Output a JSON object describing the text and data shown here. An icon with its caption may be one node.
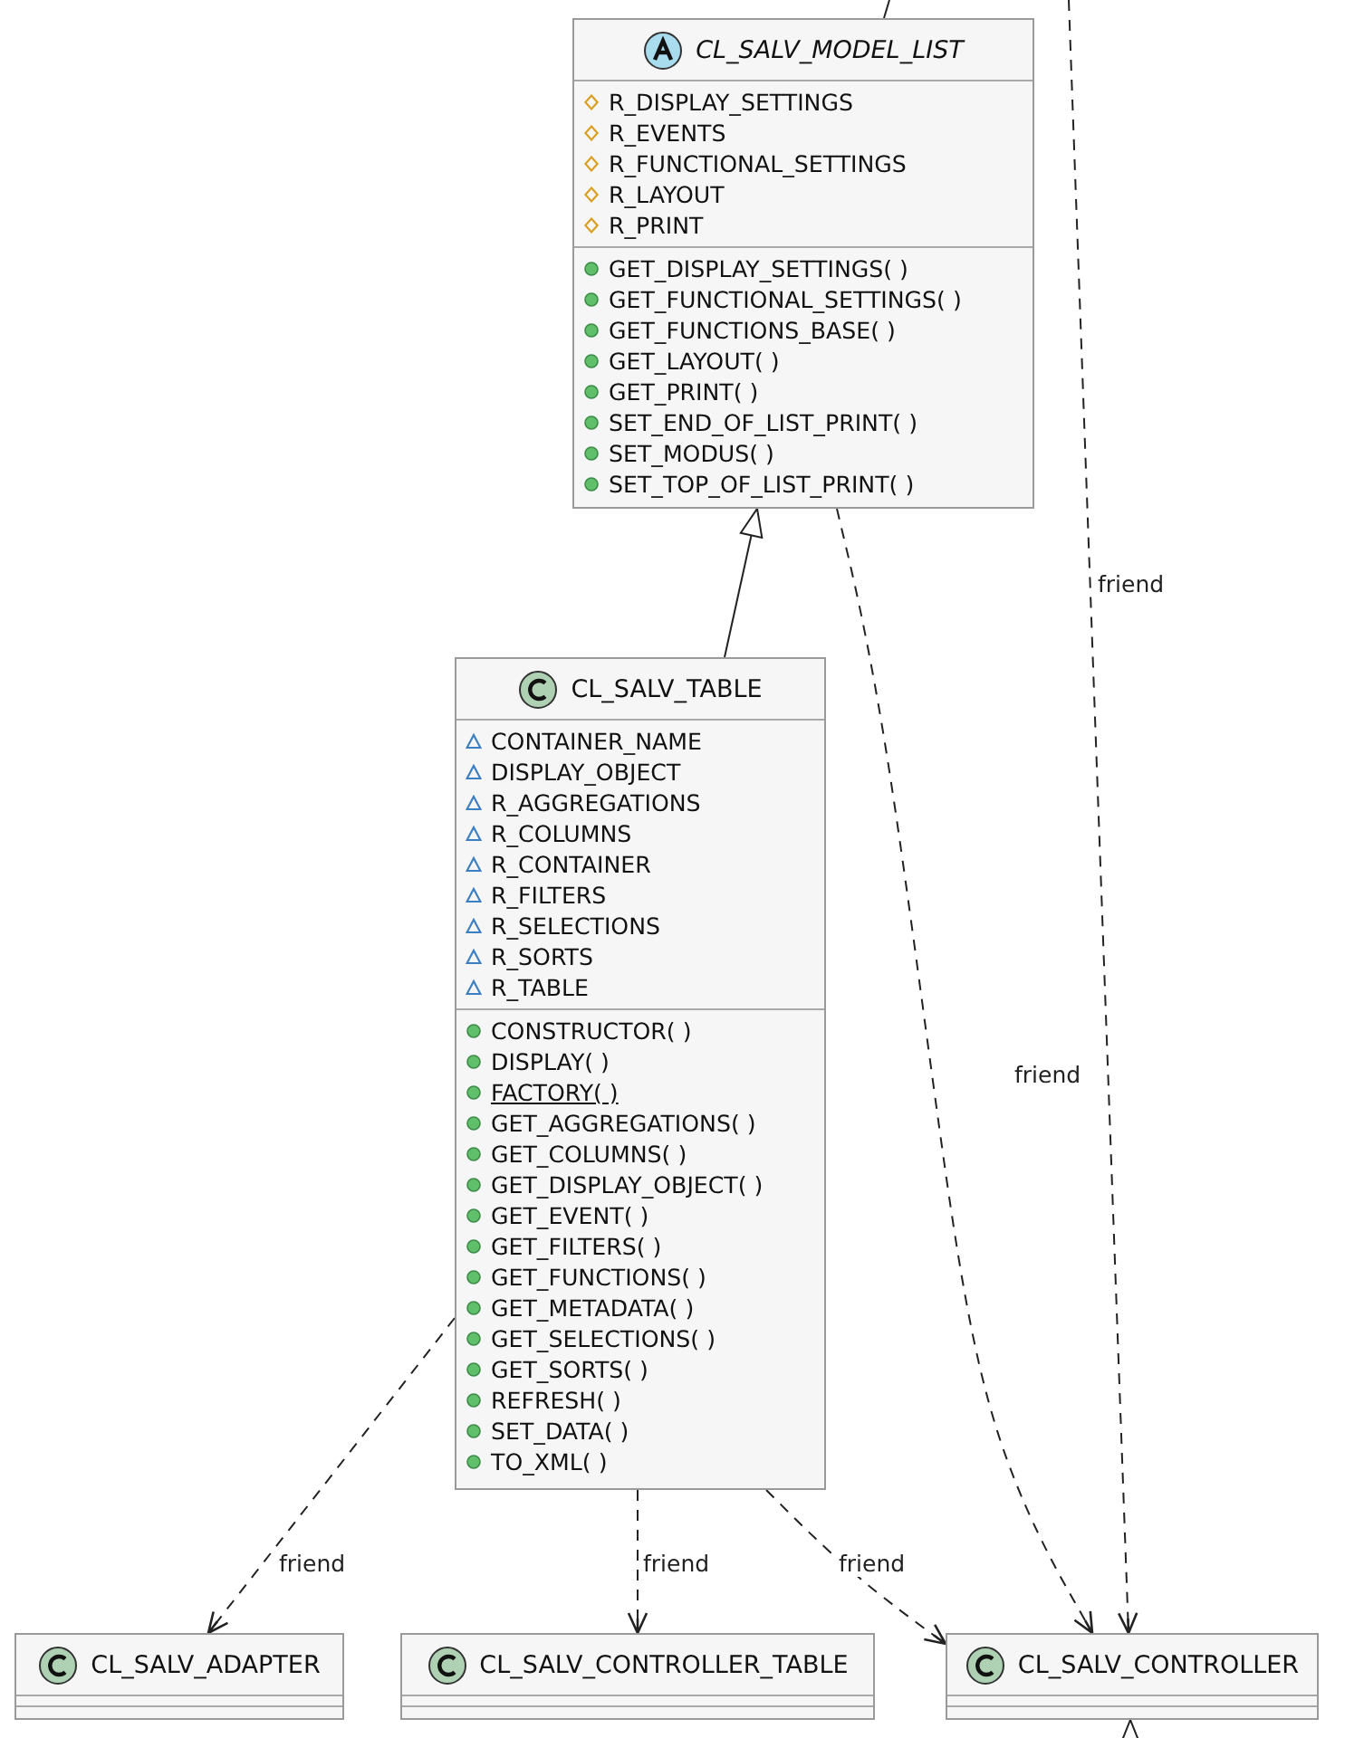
{
  "diagram": {
    "nodes": [
      {
        "text": [
          "CL_SALV_MODEL_LIST",
          "R_DISPLAY_SETTINGS",
          "R_EVENTS",
          "R_FUNCTIONAL_SETTINGS",
          "R_LAYOUT",
          "R_PRINT",
          "GET_DISPLAY_SETTINGS( )",
          "GET_FUNCTIONAL_SETTINGS( )",
          "GET_FUNCTIONS_BASE( )",
          "GET_LAYOUT( )",
          "GET_PRINT( )",
          "SET_END_OF_LIST_PRINT( )",
          "SET_MODUS( )",
          "SET_TOP_OF_LIST_PRINT( )"
        ]
      },
      {
        "text": [
          "CL_SALV_TABLE",
          "CONTAINER_NAME",
          "DISPLAY_OBJECT",
          "R_AGGREGATIONS",
          "R_COLUMNS",
          "R_CONTAINER",
          "R_FILTERS",
          "R_SELECTIONS",
          "R_SORTS",
          "R_TABLE",
          "CONSTRUCTOR( )",
          "DISPLAY( )",
          "FACTORY( )",
          "GET_AGGREGATIONS( )",
          "GET_COLUMNS( )",
          "GET_DISPLAY_OBJECT( )",
          "GET_EVENT( )",
          "GET_FILTERS( )",
          "GET_FUNCTIONS( )",
          "GET_METADATA( )",
          "GET_SELECTIONS( )",
          "GET_SORTS( )",
          "REFRESH( )",
          "SET_DATA( )",
          "TO_XML( )"
        ]
      },
      {
        "text": [
          "CL_SALV_ADAPTER"
        ]
      },
      {
        "text": [
          "CL_SALV_CONTROLLER_TABLE"
        ]
      },
      {
        "text": [
          "CL_SALV_CONTROLLER"
        ]
      }
    ],
    "edges": [
      {
        "from": 0,
        "to": null,
        "arrow": "none"
      },
      {
        "from": null,
        "to": 4,
        "arrow": "to",
        "label": "friend",
        "style": "dashed"
      },
      {
        "from": 1,
        "to": 0,
        "arrow": "to"
      },
      {
        "from": 0,
        "to": 4,
        "arrow": "to",
        "label": "friend",
        "style": "dashed"
      },
      {
        "from": 1,
        "to": 2,
        "arrow": "to",
        "label": "friend",
        "style": "dashed"
      },
      {
        "from": 1,
        "to": 3,
        "arrow": "to",
        "label": "friend",
        "style": "dashed"
      },
      {
        "from": 1,
        "to": 4,
        "arrow": "to",
        "label": "friend",
        "style": "dashed"
      },
      {
        "from": null,
        "to": 4,
        "arrow": "to"
      }
    ]
  }
}
